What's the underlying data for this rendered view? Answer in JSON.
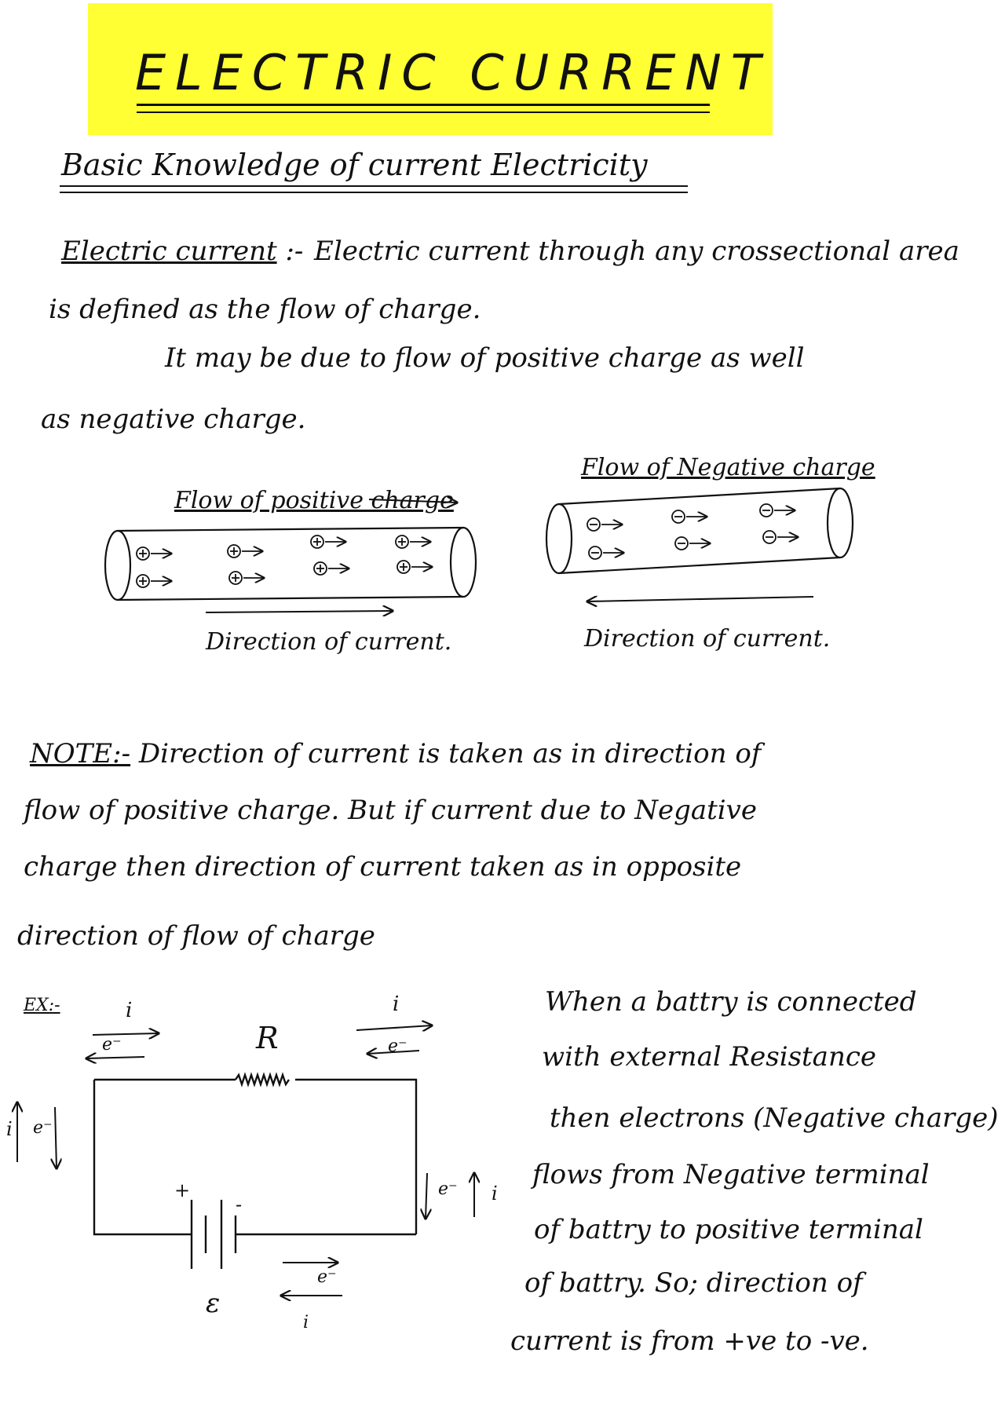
{
  "header": {
    "title": "ELECTRIC CURRENT",
    "highlight_color": "#ffff33"
  },
  "section": {
    "heading": "Basic Knowledge of current Electricity"
  },
  "definition": {
    "term": "Electric current",
    "separator": ":-",
    "line1": "Electric current through any crossectional area",
    "line2": "is defined as the flow of charge.",
    "line3": "It may be due to flow of positive charge as well",
    "line4": "as negative charge."
  },
  "figure_positive": {
    "caption_top": "Flow of positive charge",
    "caption_bottom": "Direction of current."
  },
  "figure_negative": {
    "caption_top": "Flow of Negative charge",
    "caption_bottom": "Direction of current."
  },
  "note": {
    "label": "NOTE:-",
    "line1": "Direction of current is taken as in direction of",
    "line2": "flow of positive charge. But if current due to Negative",
    "line3": "charge then direction of current taken as in opposite",
    "line4": "direction of flow of charge"
  },
  "example": {
    "label": "EX:-",
    "resistor_label": "R",
    "battery_label": "ε",
    "current_symbol": "i",
    "electron_symbol": "e⁻",
    "plus_sign": "+",
    "minus_sign": "-",
    "text": [
      "When a battry is connected",
      "with external Resistance",
      "then electrons (Negative charge)",
      "flows from Negative terminal",
      "of battry to positive terminal",
      "of battry. So; direction of",
      "current is from +ve to -ve."
    ]
  }
}
